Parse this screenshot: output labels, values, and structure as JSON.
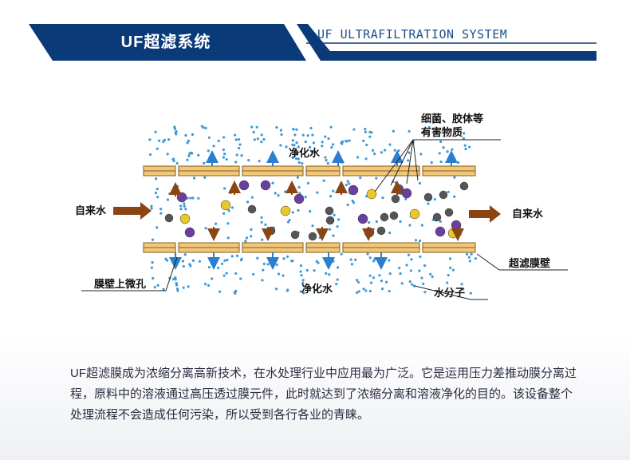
{
  "header": {
    "title_cn": "UF超滤系统",
    "title_en": "UF ULTRAFILTRATION SYSTEM"
  },
  "diagram": {
    "labels": {
      "top_clean_water": "净化水",
      "bottom_clean_water": "净化水",
      "inlet": "自来水",
      "outlet": "自来水",
      "contaminants_line1": "细菌、胶体等",
      "contaminants_line2": "有害物质",
      "membrane_wall": "超滤膜壁",
      "micropores": "膜壁上微孔",
      "water_molecule": "水分子"
    }
  },
  "description": "UF超滤膜成为浓缩分离高新技术，在水处理行业中应用最为广泛。它是运用压力差推动膜分离过程，原料中的溶液通过高压透过膜元件，此时就达到了浓缩分离和溶液净化的目的。该设备整个处理流程不会造成任何污染，所以受到各行各业的青睐。",
  "colors": {
    "header_blue": "#0b3a78",
    "membrane": "#f0c87a",
    "membrane_edge": "#8a5a1e",
    "arrow_blue": "#2a7fd0",
    "arrow_brown": "#8b4513",
    "particle_purple": "#6a3fa0",
    "particle_yellow": "#e8c82a",
    "particle_grey": "#555555"
  }
}
